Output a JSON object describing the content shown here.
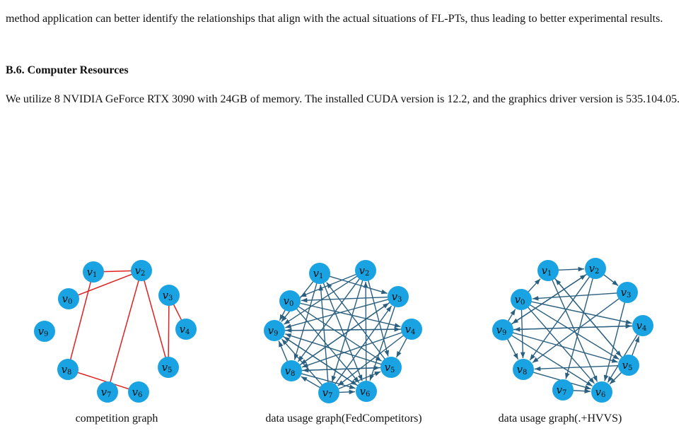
{
  "paragraphs": {
    "intro_cont": "method application can better identify the relationships that align with the actual situations of FL-PTs, thus leading to better experimental results.",
    "heading": "B.6. Computer Resources",
    "resources": "We utilize 8 NVIDIA GeForce RTX 3090 with 24GB of memory. The installed CUDA version is 12.2, and the graphics driver version is 535.104.05."
  },
  "colors": {
    "node_fill": "#1aa3e3",
    "undirected_edge": "#e02020",
    "directed_edge": "#2a5f80"
  },
  "figure": {
    "node_symbol": "v",
    "graphs": [
      {
        "caption": "competition graph",
        "kind": "undirected",
        "nodes": [
          "0",
          "1",
          "2",
          "3",
          "4",
          "5",
          "6",
          "7",
          "8",
          "9"
        ],
        "edges": [
          [
            0,
            2
          ],
          [
            1,
            2
          ],
          [
            1,
            8
          ],
          [
            2,
            7
          ],
          [
            2,
            5
          ],
          [
            3,
            4
          ],
          [
            3,
            5
          ],
          [
            8,
            6
          ]
        ]
      },
      {
        "caption": "data usage graph(FedCompetitors)",
        "kind": "directed",
        "nodes": [
          "0",
          "1",
          "2",
          "3",
          "4",
          "5",
          "6",
          "7",
          "8",
          "9"
        ],
        "edges": [
          [
            0,
            9
          ],
          [
            0,
            5
          ],
          [
            0,
            4
          ],
          [
            1,
            9
          ],
          [
            1,
            6
          ],
          [
            1,
            3
          ],
          [
            2,
            9
          ],
          [
            2,
            8
          ],
          [
            2,
            7
          ],
          [
            2,
            0
          ],
          [
            3,
            9
          ],
          [
            3,
            6
          ],
          [
            3,
            8
          ],
          [
            4,
            9
          ],
          [
            4,
            7
          ],
          [
            4,
            8
          ],
          [
            5,
            9
          ],
          [
            5,
            1
          ],
          [
            5,
            8
          ],
          [
            6,
            9
          ],
          [
            6,
            2
          ],
          [
            7,
            9
          ],
          [
            7,
            3
          ],
          [
            7,
            5
          ],
          [
            7,
            1
          ],
          [
            8,
            9
          ],
          [
            8,
            3
          ],
          [
            8,
            5
          ],
          [
            9,
            4
          ],
          [
            9,
            6
          ],
          [
            0,
            6
          ],
          [
            1,
            8
          ],
          [
            4,
            5
          ],
          [
            7,
            8
          ],
          [
            2,
            5
          ],
          [
            3,
            0
          ],
          [
            8,
            6
          ],
          [
            7,
            6
          ]
        ]
      },
      {
        "caption": "data usage graph(.+HVVS)",
        "kind": "directed",
        "nodes": [
          "0",
          "1",
          "2",
          "3",
          "4",
          "5",
          "6",
          "7",
          "8",
          "9"
        ],
        "edges": [
          [
            9,
            0
          ],
          [
            0,
            1
          ],
          [
            1,
            2
          ],
          [
            2,
            3
          ],
          [
            9,
            6
          ],
          [
            9,
            5
          ],
          [
            9,
            4
          ],
          [
            9,
            8
          ],
          [
            0,
            8
          ],
          [
            0,
            6
          ],
          [
            0,
            5
          ],
          [
            1,
            6
          ],
          [
            2,
            8
          ],
          [
            2,
            9
          ],
          [
            3,
            8
          ],
          [
            3,
            0
          ],
          [
            4,
            6
          ],
          [
            4,
            9
          ],
          [
            5,
            6
          ],
          [
            5,
            8
          ],
          [
            5,
            4
          ],
          [
            5,
            1
          ],
          [
            7,
            6
          ],
          [
            8,
            6
          ],
          [
            9,
            2
          ],
          [
            0,
            4
          ],
          [
            1,
            5
          ],
          [
            2,
            7
          ],
          [
            3,
            6
          ]
        ]
      }
    ]
  }
}
